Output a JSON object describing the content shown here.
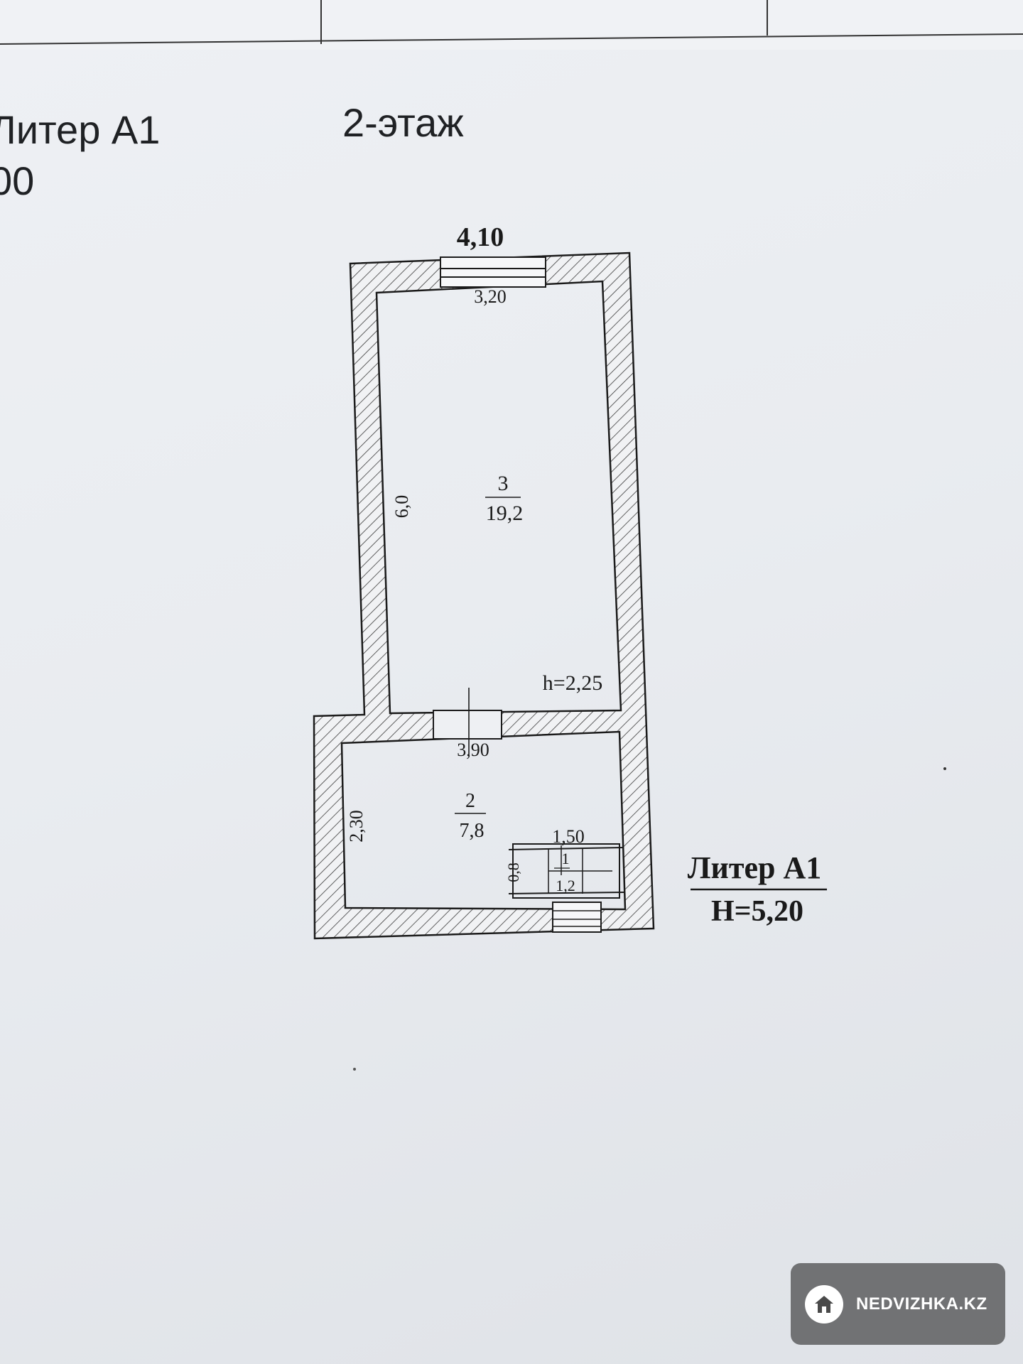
{
  "header": {
    "liter_title": "Литер А1",
    "scale_fragment": "00",
    "floor": "2-этаж"
  },
  "plan": {
    "width_top": "4,10",
    "window_width": "3,20",
    "room3": {
      "number": "3",
      "area": "19,2"
    },
    "room3_length": "6,0",
    "ceiling_height": "h=2,25",
    "room2_width": "3,90",
    "room2": {
      "number": "2",
      "area": "7,8"
    },
    "room2_length": "2,30",
    "stair_length": "1,50",
    "stair_width": "0,8",
    "stair": {
      "number": "1",
      "area": "1,2"
    }
  },
  "legend": {
    "title": "Литер А1",
    "height": "Н=5,20"
  },
  "watermark": {
    "text": "NEDVIZHKA.KZ",
    "icon": "house-logo-icon"
  }
}
